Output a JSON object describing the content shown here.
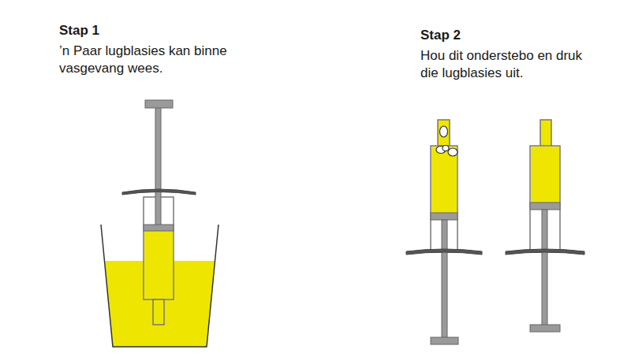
{
  "diagram": {
    "labels": [
      "Stap 1",
      "’n Paar lugblasies kan binne vasgevang wees.",
      "Stap 2",
      "Hou dit onderstebo en druk die lugblasies uit."
    ]
  }
}
